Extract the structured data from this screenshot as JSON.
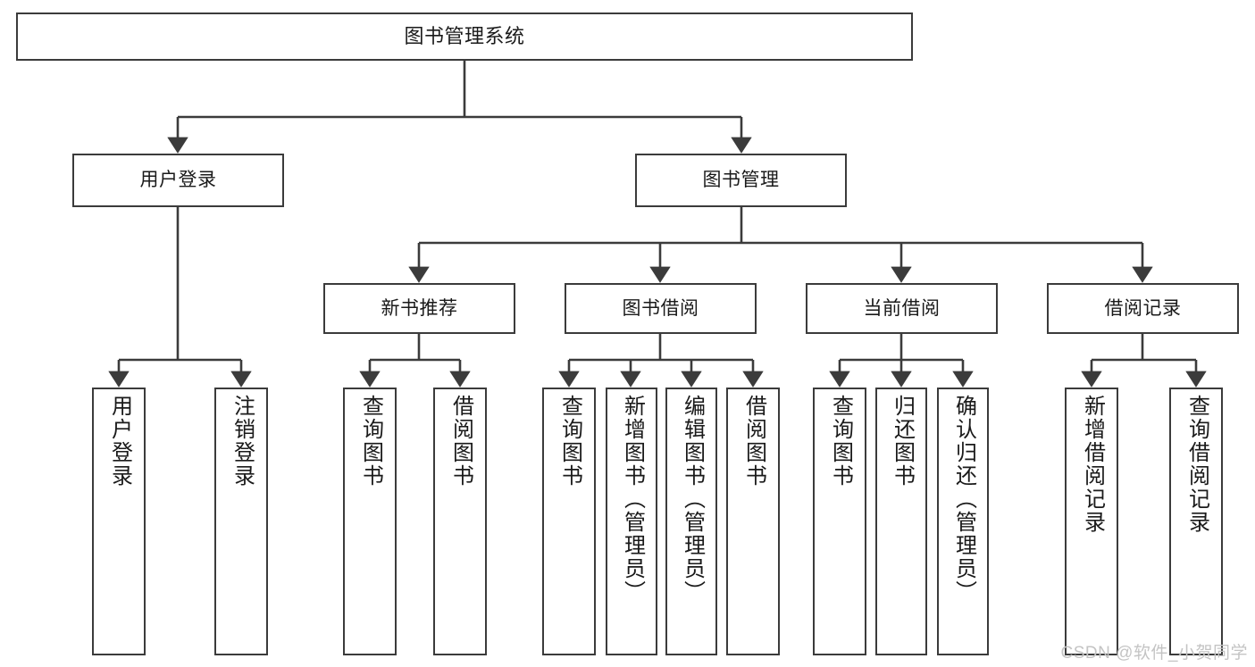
{
  "diagram": {
    "title": "图书管理系统",
    "type": "tree",
    "watermark": "CSDN @软件_小贺同学",
    "colors": {
      "border": "#3b3b3b",
      "fill": "#ffffff",
      "text": "#1a1a1a",
      "edge": "#3b3b3b",
      "watermark": "#c4c4c4"
    },
    "nodes": {
      "root": {
        "label": "图书管理系统"
      },
      "level2": [
        {
          "id": "user-login",
          "label": "用户登录"
        },
        {
          "id": "book-manage",
          "label": "图书管理"
        }
      ],
      "level3": [
        {
          "id": "new-book-rec",
          "label": "新书推荐"
        },
        {
          "id": "book-borrow",
          "label": "图书借阅"
        },
        {
          "id": "current-borrow",
          "label": "当前借阅"
        },
        {
          "id": "borrow-record",
          "label": "借阅记录"
        }
      ],
      "leaves": [
        {
          "id": "leaf-user-login",
          "label": "用户登录",
          "parent": "user-login"
        },
        {
          "id": "leaf-user-logout",
          "label": "注销登录",
          "parent": "user-login"
        },
        {
          "id": "leaf-query-book-1",
          "label": "查询图书",
          "parent": "new-book-rec"
        },
        {
          "id": "leaf-borrow-book-1",
          "label": "借阅图书",
          "parent": "new-book-rec"
        },
        {
          "id": "leaf-query-book-2",
          "label": "查询图书",
          "parent": "book-borrow"
        },
        {
          "id": "leaf-add-book",
          "label": "新增图书（管理员）",
          "parent": "book-borrow"
        },
        {
          "id": "leaf-edit-book",
          "label": "编辑图书（管理员）",
          "parent": "book-borrow"
        },
        {
          "id": "leaf-borrow-book-2",
          "label": "借阅图书",
          "parent": "book-borrow"
        },
        {
          "id": "leaf-query-book-3",
          "label": "查询图书",
          "parent": "current-borrow"
        },
        {
          "id": "leaf-return-book",
          "label": "归还图书",
          "parent": "current-borrow"
        },
        {
          "id": "leaf-confirm-return",
          "label": "确认归还（管理员）",
          "parent": "current-borrow"
        },
        {
          "id": "leaf-add-record",
          "label": "新增借阅记录",
          "parent": "borrow-record"
        },
        {
          "id": "leaf-query-record",
          "label": "查询借阅记录",
          "parent": "borrow-record"
        }
      ]
    }
  }
}
